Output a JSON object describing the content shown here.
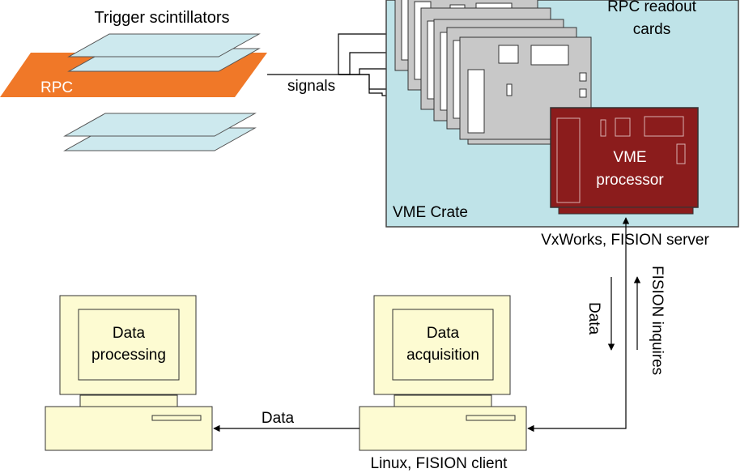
{
  "labels": {
    "trigger_scintillators": "Trigger scintillators",
    "rpc": "RPC",
    "signals": "signals",
    "rpc_readout_cards_line1": "RPC readout",
    "rpc_readout_cards_line2": "cards",
    "vme_processor_line1": "VME",
    "vme_processor_line2": "processor",
    "vme_crate": "VME Crate",
    "vxworks_server": "VxWorks, FISION server",
    "data_vertical": "Data",
    "fision_inquires": "FISION inquires",
    "pc_processing_line1": "Data",
    "pc_processing_line2": "processing",
    "pc_acquisition_line1": "Data",
    "pc_acquisition_line2": "acquisition",
    "data_horizontal": "Data",
    "linux_client": "Linux, FISION client"
  },
  "colors": {
    "scintillator": "#cde9ee",
    "rpc": "#f07828",
    "crate": "#bfe3e8",
    "card": "#c8c8c8",
    "processor": "#8b1c1c",
    "computer": "#fdfbd2",
    "line": "#000000"
  }
}
